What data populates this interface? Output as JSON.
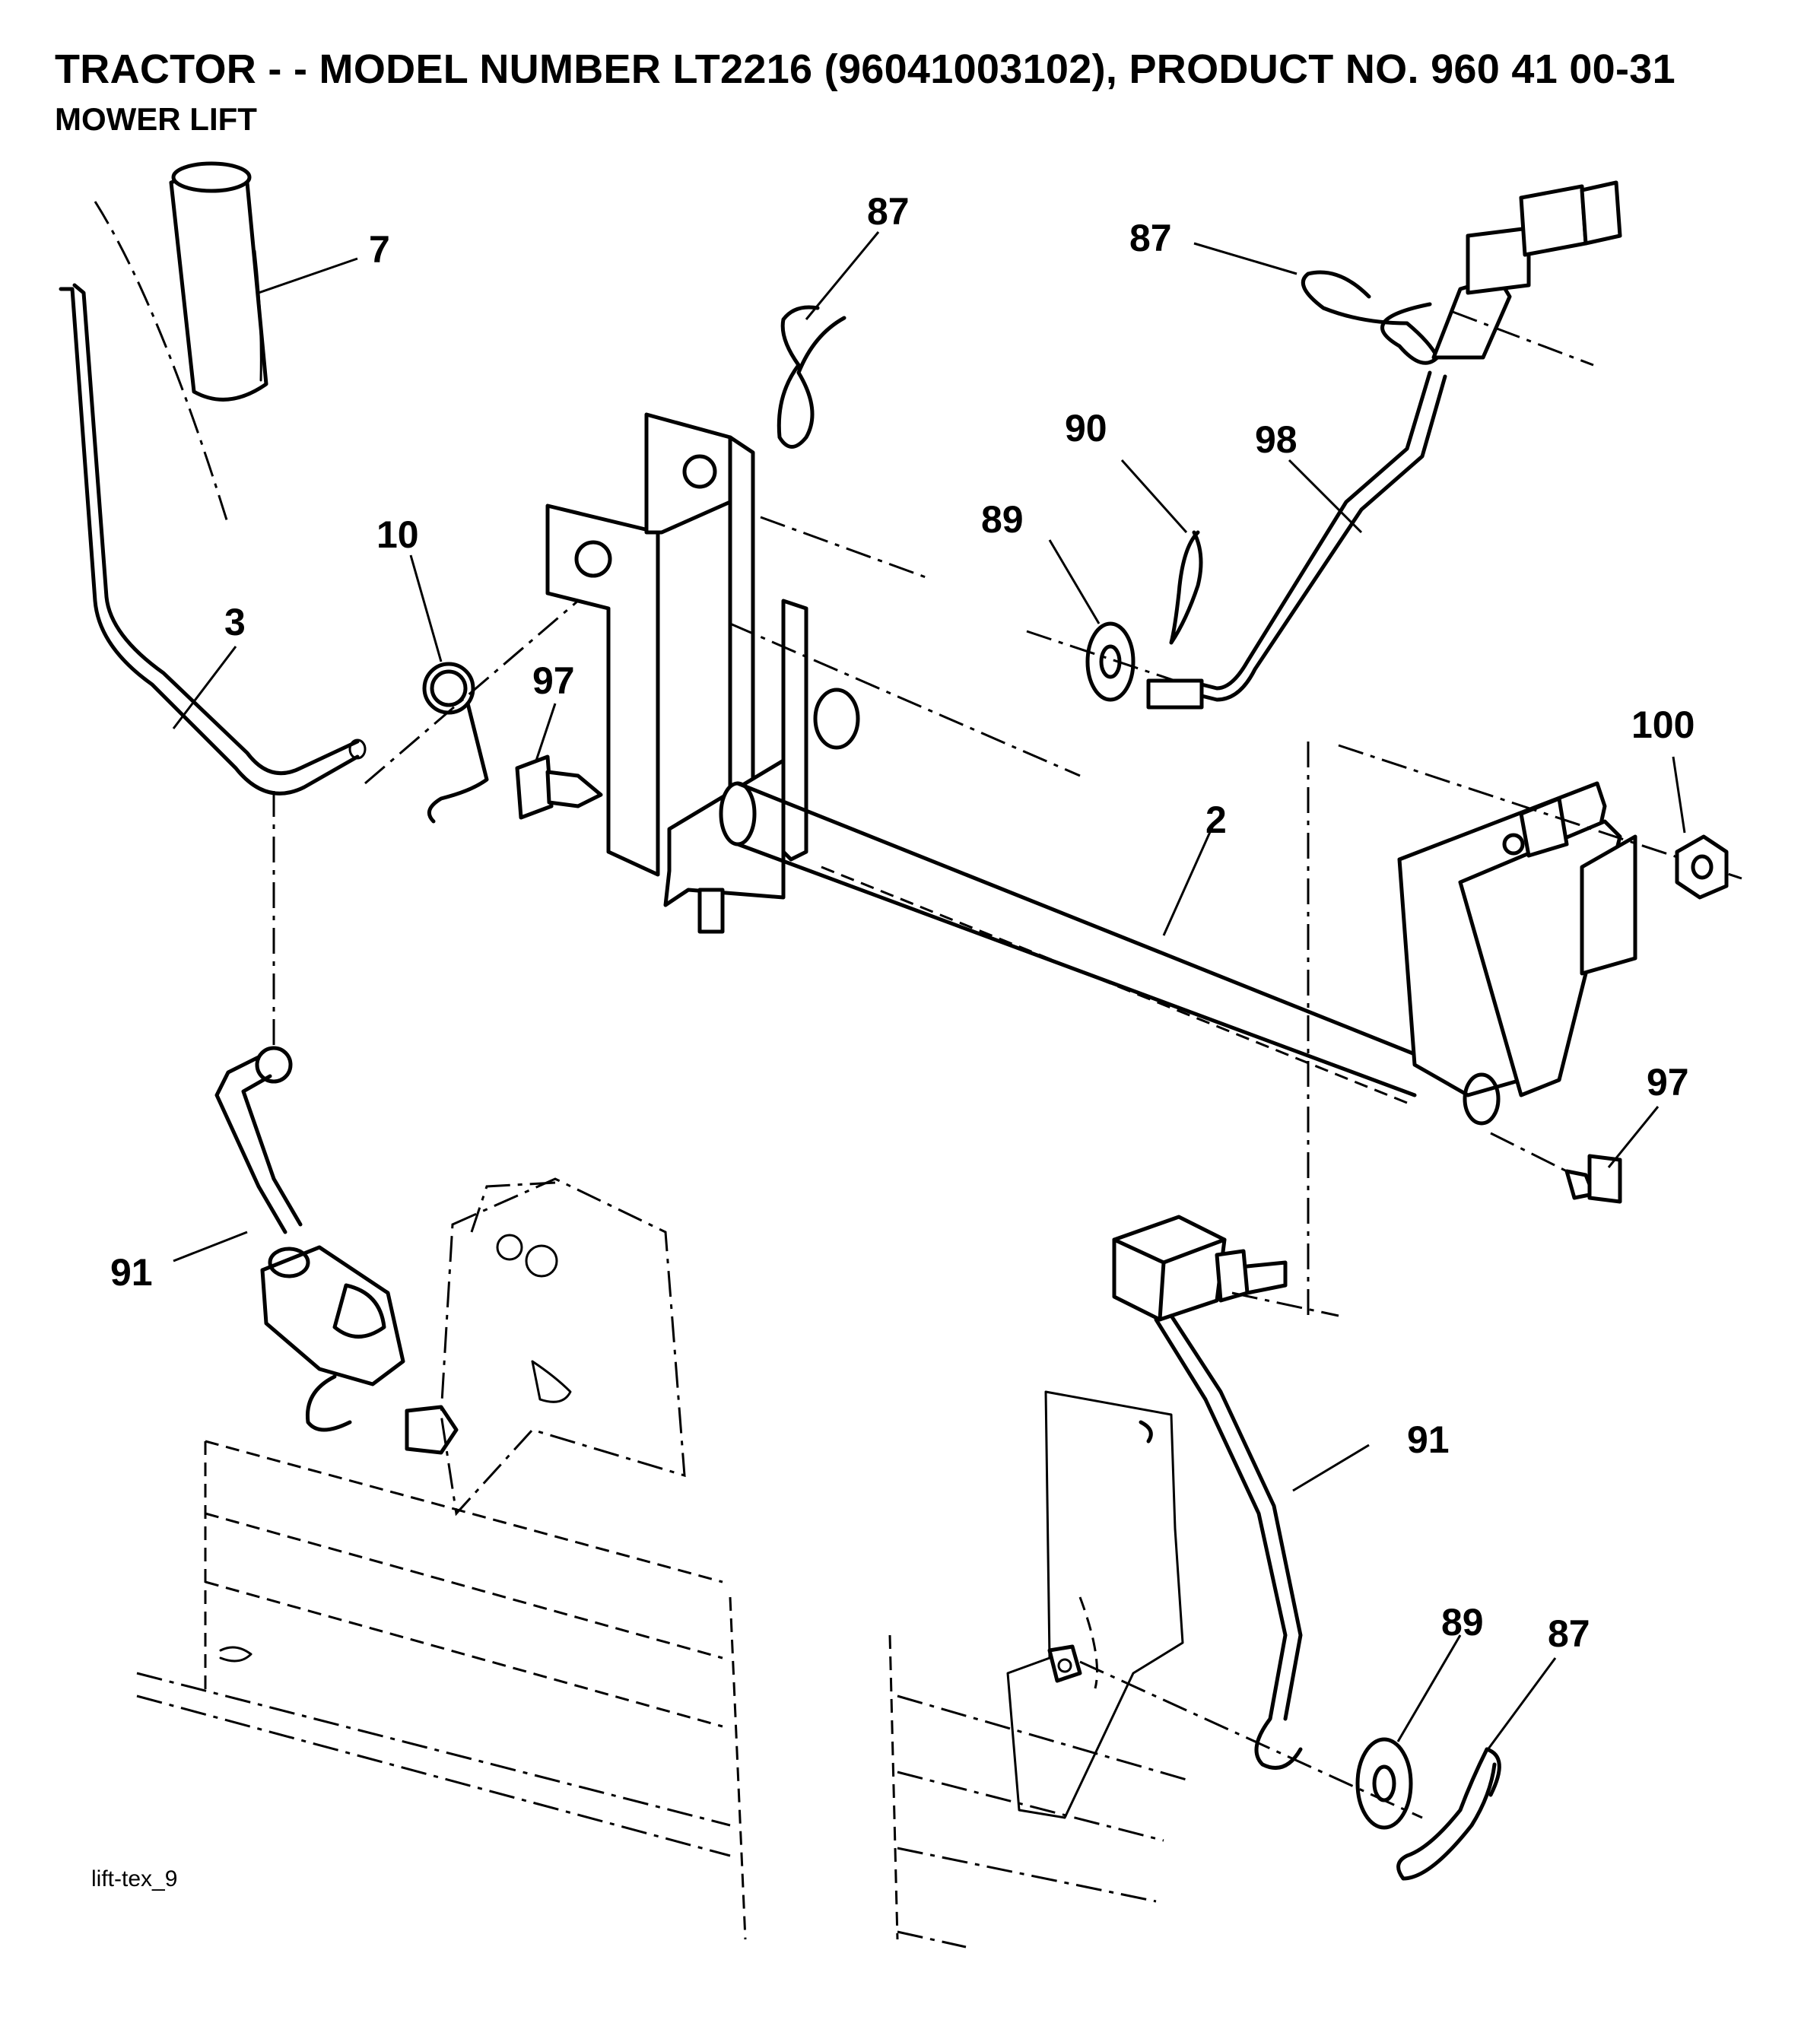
{
  "header": {
    "title": "TRACTOR - - MODEL NUMBER LT2216 (96041003102), PRODUCT NO. 960 41 00-31",
    "subtitle": "MOWER LIFT"
  },
  "footer": {
    "figure_id": "lift-tex_9"
  },
  "callouts": {
    "c7": "7",
    "c3": "3",
    "c10": "10",
    "c97a": "97",
    "c87a": "87",
    "c87b": "87",
    "c90": "90",
    "c98": "98",
    "c89a": "89",
    "c100": "100",
    "c2": "2",
    "c97b": "97",
    "c91a": "91",
    "c91b": "91",
    "c89b": "89",
    "c87c": "87"
  }
}
